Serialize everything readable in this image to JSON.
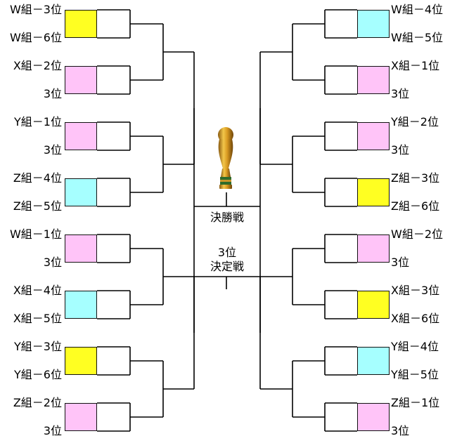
{
  "title": "",
  "center": {
    "final_label": "決勝戦",
    "third_place_line1": "3位",
    "third_place_line2": "決定戦"
  },
  "colors": {
    "yellow": "#ffff22",
    "pink": "#ffc4f8",
    "cyan": "#a6ffff",
    "line": "#000000"
  },
  "left_pairs": [
    {
      "top": "W組－3位",
      "bottom": "W組－6位",
      "color": "yellow"
    },
    {
      "top": "X組－2位",
      "bottom": "3位",
      "color": "pink"
    },
    {
      "top": "Y組－1位",
      "bottom": "3位",
      "color": "pink"
    },
    {
      "top": "Z組－4位",
      "bottom": "Z組－5位",
      "color": "cyan"
    },
    {
      "top": "W組－1位",
      "bottom": "3位",
      "color": "pink"
    },
    {
      "top": "X組－4位",
      "bottom": "X組－5位",
      "color": "cyan"
    },
    {
      "top": "Y組－3位",
      "bottom": "Y組－6位",
      "color": "yellow"
    },
    {
      "top": "Z組－2位",
      "bottom": "3位",
      "color": "pink"
    }
  ],
  "right_pairs": [
    {
      "top": "W組－4位",
      "bottom": "W組－5位",
      "color": "cyan"
    },
    {
      "top": "X組－1位",
      "bottom": "3位",
      "color": "pink"
    },
    {
      "top": "Y組－2位",
      "bottom": "3位",
      "color": "pink"
    },
    {
      "top": "Z組－3位",
      "bottom": "Z組－6位",
      "color": "yellow"
    },
    {
      "top": "W組－2位",
      "bottom": "3位",
      "color": "pink"
    },
    {
      "top": "X組－3位",
      "bottom": "X組－6位",
      "color": "yellow"
    },
    {
      "top": "Y組－4位",
      "bottom": "Y組－5位",
      "color": "cyan"
    },
    {
      "top": "Z組－1位",
      "bottom": "3位",
      "color": "pink"
    }
  ],
  "trophy_icon": "trophy-icon"
}
